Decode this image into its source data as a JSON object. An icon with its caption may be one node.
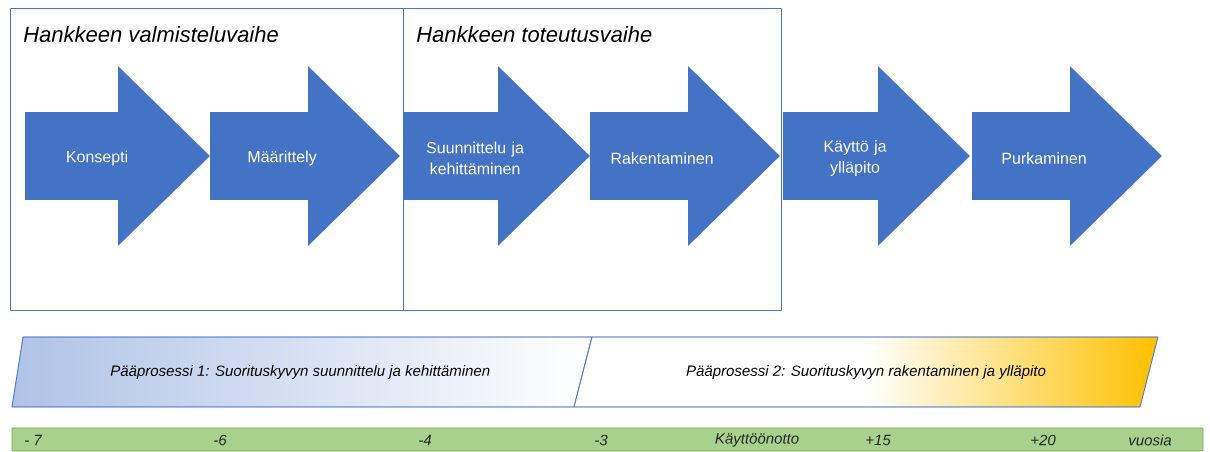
{
  "diagram": {
    "nodes": [
      {
        "text": [
          "Hankkeen valmisteluvaihe"
        ]
      },
      {
        "text": [
          "Hankkeen toteutusvaihe"
        ]
      },
      {
        "text": [
          "Konsepti"
        ],
        "in": 0
      },
      {
        "text": [
          "Määrittely"
        ],
        "in": 0
      },
      {
        "text": [
          "Suunnittelu ja kehittäminen"
        ],
        "in": 1
      },
      {
        "text": [
          "Rakentaminen"
        ],
        "in": 1
      },
      {
        "text": [
          "Käyttö ja ylläpito"
        ]
      },
      {
        "text": [
          "Purkaminen"
        ]
      },
      {
        "text": [
          "Pääprosessi 1: Suorituskyvyn suunnittelu ja kehittäminen"
        ]
      },
      {
        "text": [
          "Pääprosessi 2: Suorituskyvyn rakentaminen ja ylläpito"
        ]
      }
    ],
    "labels": [
      "- 7",
      "-6",
      "-4",
      "-3",
      "Käyttöönotto",
      "+15",
      "+20",
      "vuosia"
    ]
  }
}
